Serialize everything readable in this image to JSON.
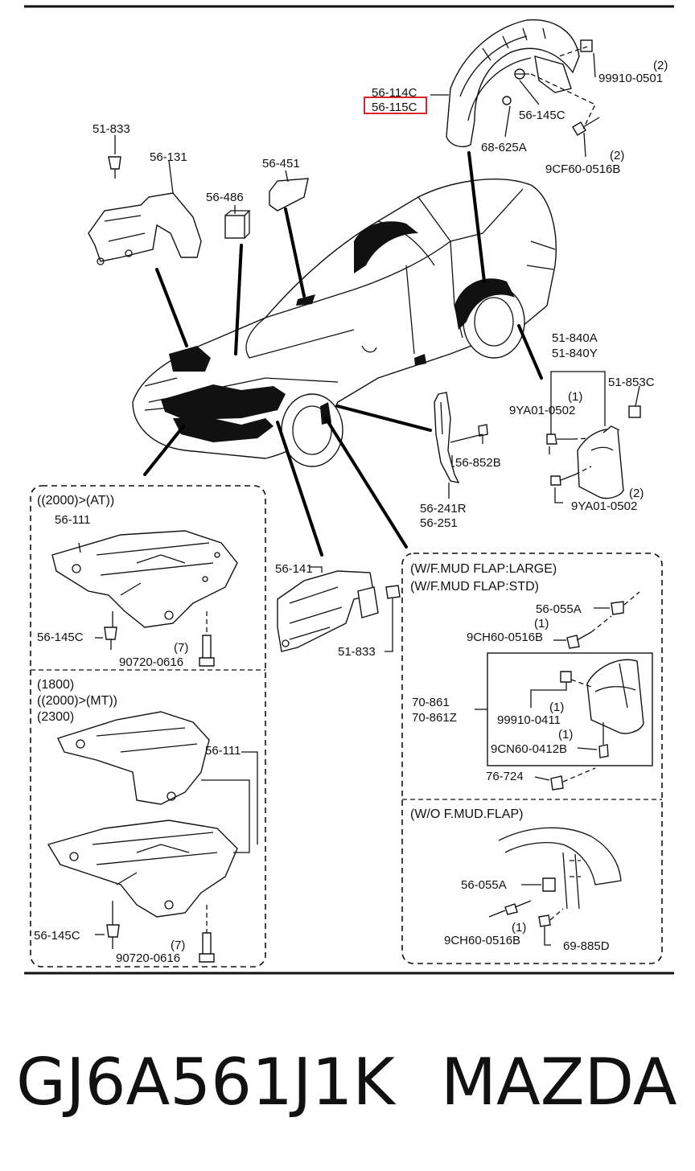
{
  "callouts": {
    "c_56_114C": "56-114C",
    "c_56_115C": "56-115C",
    "c_99910_0501": "99910-0501",
    "c_99910_0501_qty": "(2)",
    "c_56_145C_top": "56-145C",
    "c_68_625A": "68-625A",
    "c_9CF60_0516B": "9CF60-0516B",
    "c_9CF60_0516B_qty": "(2)",
    "c_51_833_top": "51-833",
    "c_56_131": "56-131",
    "c_56_451": "56-451",
    "c_56_486": "56-486",
    "c_51_840A": "51-840A",
    "c_51_840Y": "51-840Y",
    "c_51_853C": "51-853C",
    "c_9YA01_0502_a": "9YA01-0502",
    "c_9YA01_0502_a_qty": "(1)",
    "c_9YA01_0502_b": "9YA01-0502",
    "c_9YA01_0502_b_qty": "(2)",
    "c_56_852B": "56-852B",
    "c_56_241R": "56-241R",
    "c_56_251": "56-251",
    "c_56_141": "56-141",
    "c_51_833_mid": "51-833"
  },
  "panel_at": {
    "title": "((2000)>(AT))",
    "part_top": "56-111",
    "clip": "56-145C",
    "bolt": "90720-0616",
    "bolt_qty": "(7)"
  },
  "panel_mt": {
    "line1": "(1800)",
    "line2": "((2000)>(MT))",
    "line3": "(2300)",
    "part": "56-111",
    "clip": "56-145C",
    "bolt": "90720-0616",
    "bolt_qty": "(7)"
  },
  "panel_mud": {
    "title1": "(W/F.MUD FLAP:LARGE)",
    "title2": "(W/F.MUD FLAP:STD)",
    "nut": "56-055A",
    "screw": "9CH60-0516B",
    "screw_qty": "(1)",
    "flap1": "70-861",
    "flap2": "70-861Z",
    "clip": "99910-0411",
    "clip_qty": "(1)",
    "screw2": "9CN60-0412B",
    "screw2_qty": "(1)",
    "rivet": "76-724"
  },
  "panel_nomud": {
    "title": "(W/O F.MUD.FLAP)",
    "nut": "56-055A",
    "screw": "9CH60-0516B",
    "screw_qty": "(1)",
    "clip": "69-885D"
  },
  "footer": {
    "part_number": "GJ6A561J1K",
    "brand": "MAZDA"
  },
  "colors": {
    "ink": "#111111",
    "highlight": "#d9262b",
    "background": "#ffffff"
  }
}
